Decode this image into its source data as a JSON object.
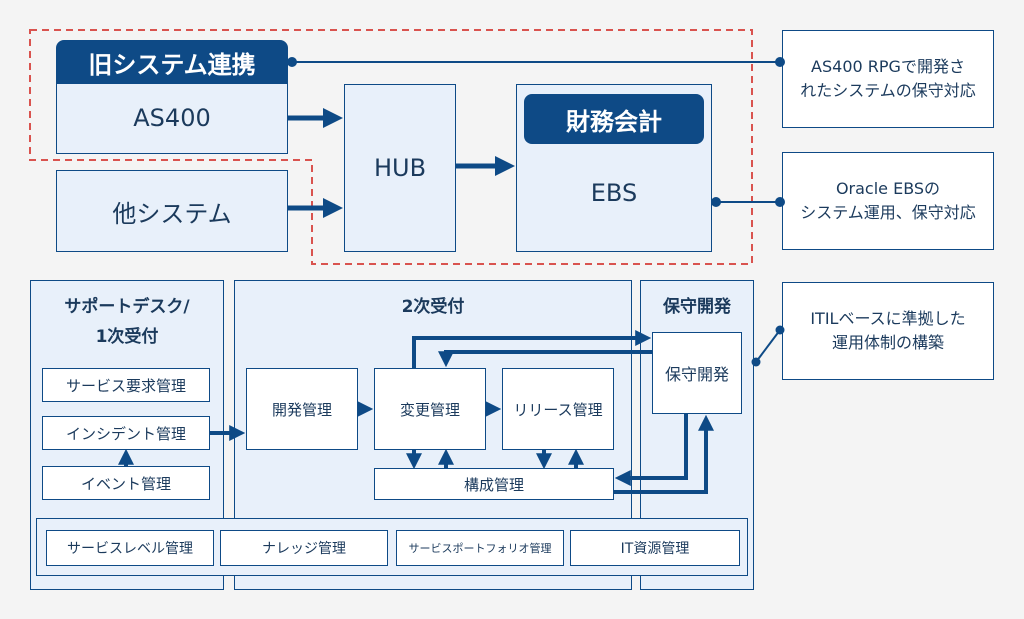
{
  "legacy": {
    "tab_label": "旧システム連携",
    "as400_label": "AS400",
    "other_label": "他システム",
    "hub_label": "HUB",
    "finance_tab_label": "財務会計",
    "ebs_label": "EBS"
  },
  "notes": {
    "as400_note": "AS400 RPGで開発さ\nれたシステムの保守対応",
    "ebs_note": "Oracle EBSの\nシステム運用、保守対応",
    "itil_note": "ITILベースに準拠した\n運用体制の構築"
  },
  "service_desk": {
    "title": "サポートデスク/\n1次受付",
    "items": [
      "サービス要求管理",
      "インシデント管理",
      "イベント管理"
    ]
  },
  "second_line": {
    "title": "2次受付",
    "items": [
      "開発管理",
      "変更管理",
      "リリース管理"
    ],
    "config_label": "構成管理"
  },
  "maintenance": {
    "title": "保守開発",
    "box_label": "保守開発"
  },
  "bottom_row": [
    "サービスレベル管理",
    "ナレッジ管理",
    "サービスポートフォリオ管理",
    "IT資源管理"
  ],
  "colors": {
    "primary": "#0e4a86",
    "pane_fill": "#e8f0fa",
    "highlight_dash": "#d9534f"
  }
}
